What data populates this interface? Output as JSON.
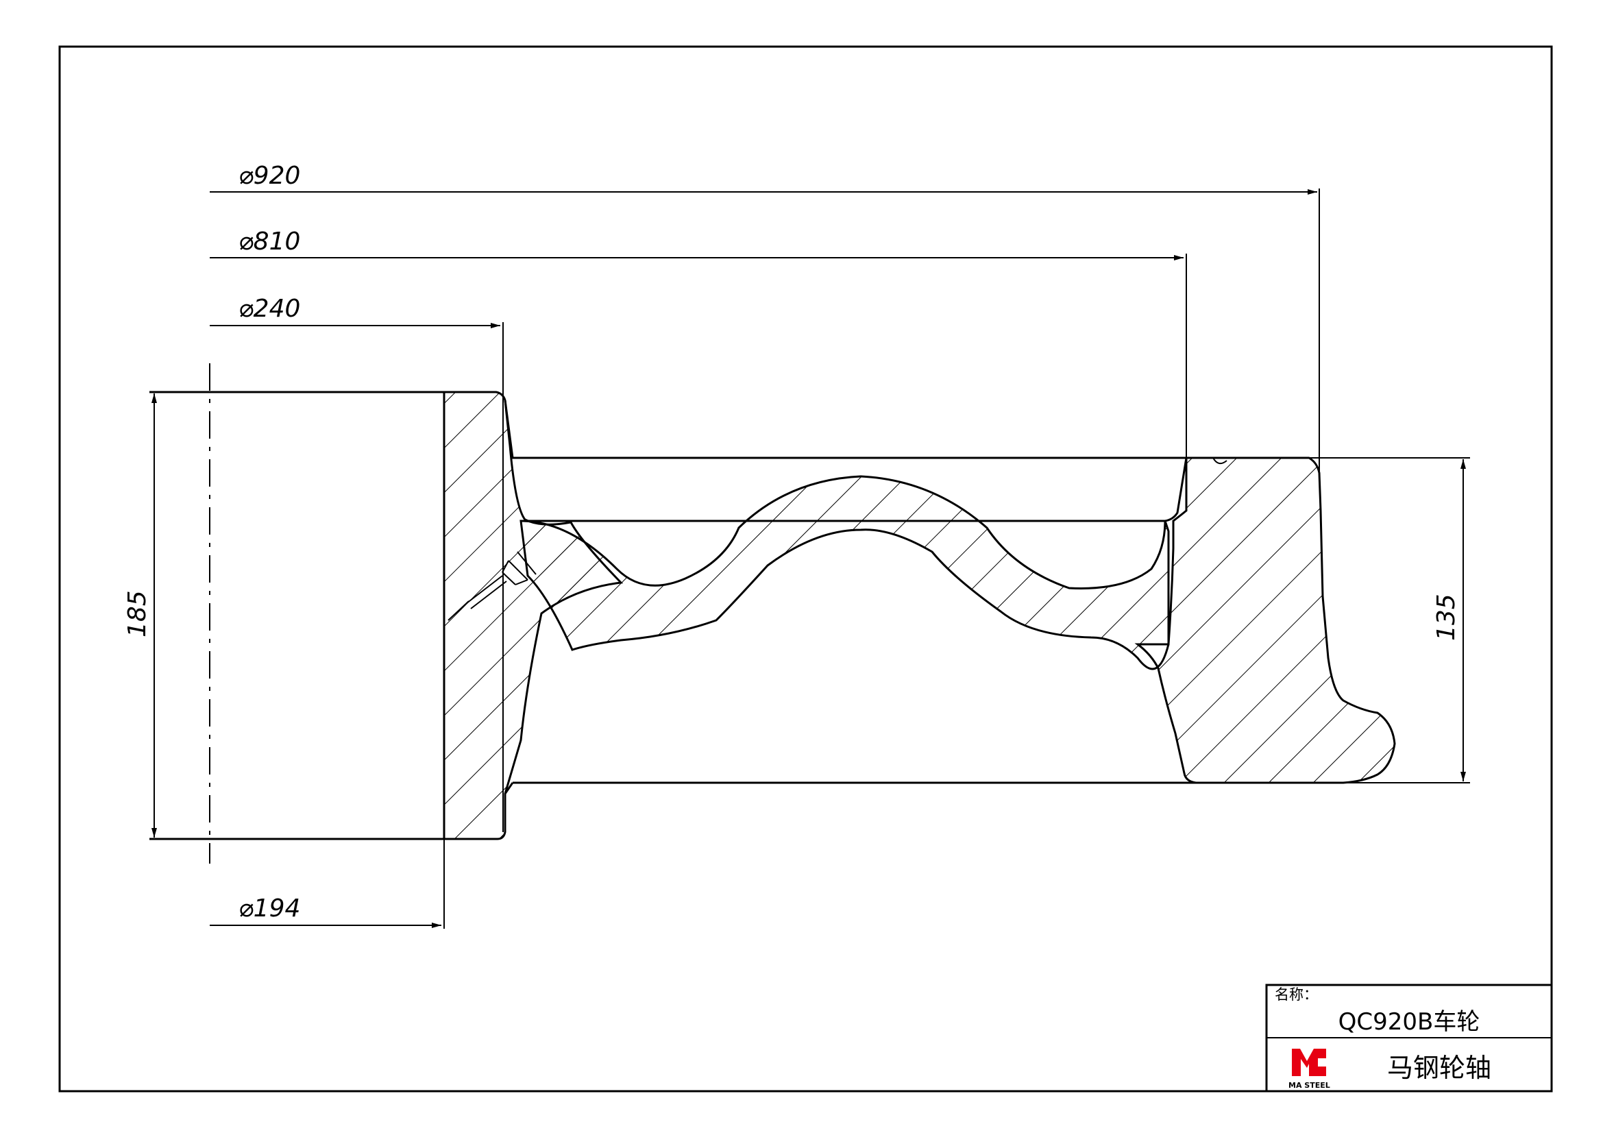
{
  "dimensions": {
    "d920": "⌀920",
    "d810": "⌀810",
    "d240": "⌀240",
    "d194": "⌀194",
    "h185": "185",
    "h135": "135"
  },
  "title_block": {
    "name_label": "名称：",
    "part_name": "QC920B车轮",
    "company": "马钢轮轴",
    "logo_text": "MA STEEL"
  },
  "colors": {
    "line": "#000000",
    "logo_red": "#e60012"
  }
}
